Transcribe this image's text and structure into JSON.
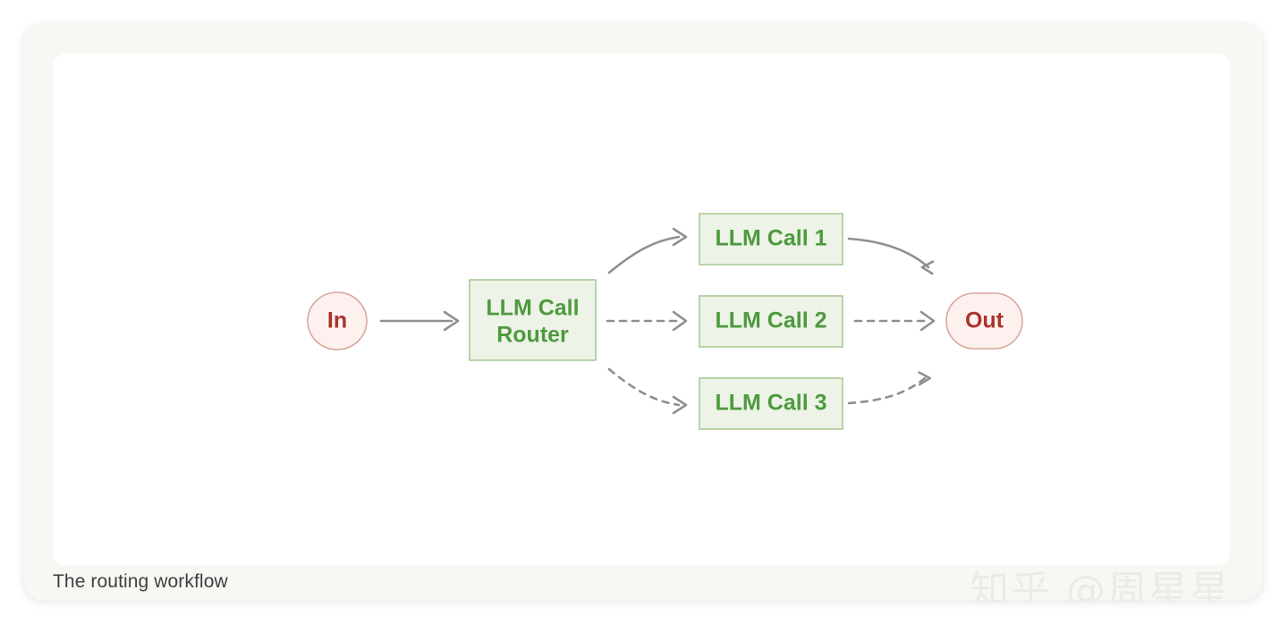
{
  "figure": {
    "caption": "The routing workflow",
    "watermark": "知乎 @周星星",
    "background_color": "#f8f7f4",
    "canvas_color": "#ffffff"
  },
  "palette": {
    "node_green_fill": "#edf3e7",
    "node_green_border": "#a9cb96",
    "node_green_text": "#4e9a3e",
    "node_red_fill": "#fdf1ef",
    "node_red_border": "#d9a79c",
    "node_red_text": "#a8342a",
    "arrow_gray": "#8f8f8f"
  },
  "nodes": [
    {
      "id": "in",
      "label": "In",
      "shape": "circle",
      "color": "red"
    },
    {
      "id": "router",
      "label_line1": "LLM Call",
      "label_line2": "Router",
      "shape": "rect",
      "color": "green"
    },
    {
      "id": "call1",
      "label": "LLM Call 1",
      "shape": "rect",
      "color": "green"
    },
    {
      "id": "call2",
      "label": "LLM Call 2",
      "shape": "rect",
      "color": "green"
    },
    {
      "id": "call3",
      "label": "LLM Call 3",
      "shape": "rect",
      "color": "green"
    },
    {
      "id": "out",
      "label": "Out",
      "shape": "stadium",
      "color": "red"
    }
  ],
  "edges": [
    {
      "id": "in-router",
      "from": "in",
      "to": "router",
      "style": "solid"
    },
    {
      "id": "router-call1",
      "from": "router",
      "to": "call1",
      "style": "solid"
    },
    {
      "id": "router-call2",
      "from": "router",
      "to": "call2",
      "style": "dashed"
    },
    {
      "id": "router-call3",
      "from": "router",
      "to": "call3",
      "style": "dashed"
    },
    {
      "id": "call1-out",
      "from": "call1",
      "to": "out",
      "style": "solid"
    },
    {
      "id": "call2-out",
      "from": "call2",
      "to": "out",
      "style": "dashed"
    },
    {
      "id": "call3-out",
      "from": "call3",
      "to": "out",
      "style": "dashed"
    }
  ]
}
